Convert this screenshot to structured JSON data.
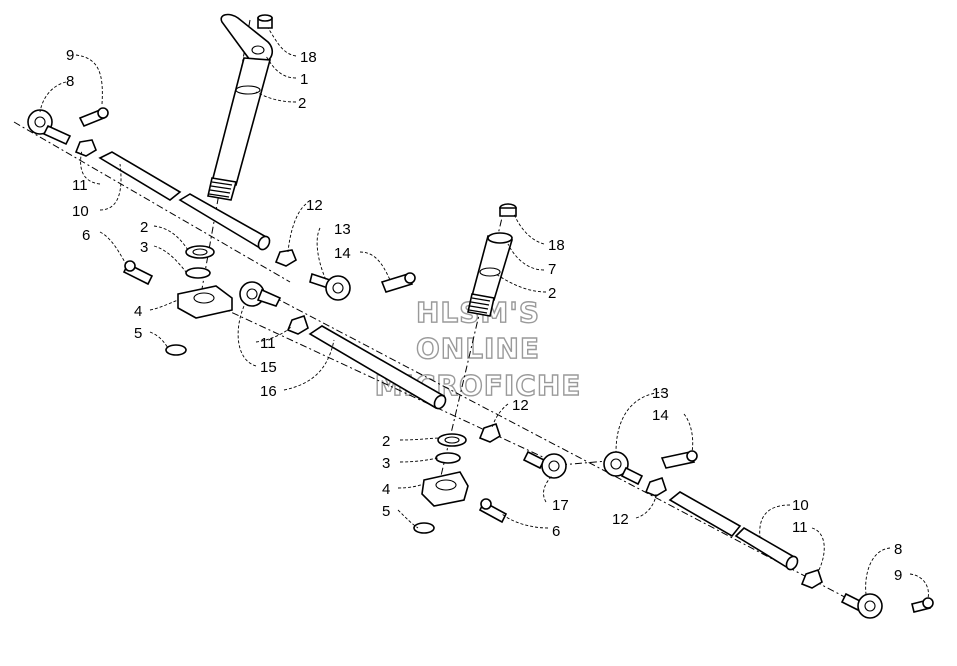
{
  "watermark": {
    "line1": "HLSM'S",
    "line2": "ONLINE",
    "line3": "MICROFICHE"
  },
  "callouts": {
    "c9a": "9",
    "c8a": "8",
    "c18a": "18",
    "c1": "1",
    "c2a": "2",
    "c11a": "11",
    "c10a": "10",
    "c12a": "12",
    "c13a": "13",
    "c14a": "14",
    "c6a": "6",
    "c2b": "2",
    "c3a": "3",
    "c4a": "4",
    "c5a": "5",
    "c11b": "11",
    "c15": "15",
    "c16": "16",
    "c18b": "18",
    "c7": "7",
    "c2c": "2",
    "c12b": "12",
    "c2d": "2",
    "c3b": "3",
    "c4b": "4",
    "c5b": "5",
    "c17": "17",
    "c6b": "6",
    "c13b": "13",
    "c14b": "14",
    "c12c": "12",
    "c10b": "10",
    "c11c": "11",
    "c8b": "8",
    "c9b": "9"
  }
}
